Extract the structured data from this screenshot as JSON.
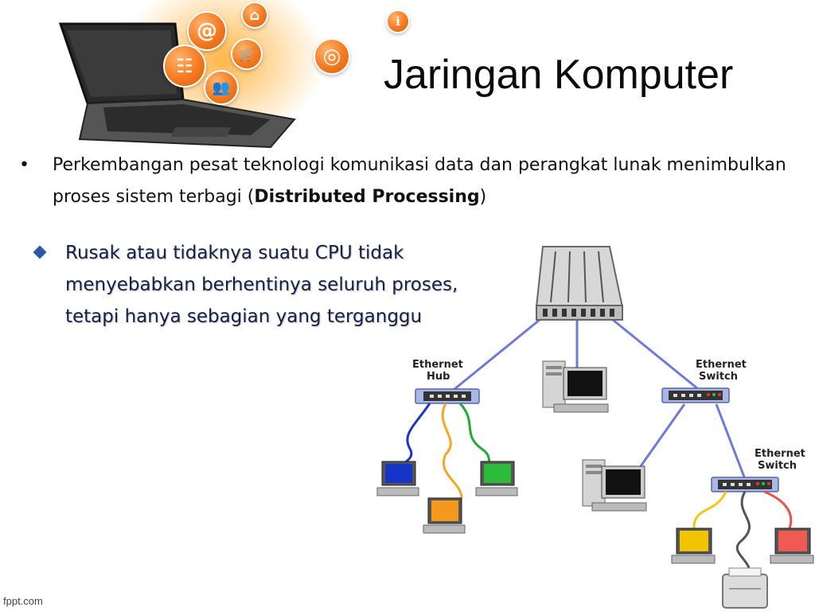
{
  "slide": {
    "title": "Jaringan Komputer",
    "bullets": [
      {
        "marker": "•",
        "text_before": "Perkembangan pesat teknologi komunikasi data dan perangkat lunak menimbulkan proses sistem terbagi (",
        "bold_text": "Distributed Processing",
        "text_after": ")"
      },
      {
        "marker": "diamond-icon",
        "text": "Rusak atau tidaknya suatu CPU tidak menyebabkan berhentinya seluruh proses, tetapi hanya sebagian yang terganggu"
      }
    ],
    "hero_icons": [
      "at-icon",
      "home-icon",
      "cart-icon",
      "sitemap-icon",
      "users-icon",
      "globe-icon",
      "info-icon"
    ],
    "hero_icon_glyphs": {
      "at": "@",
      "home": "⌂",
      "cart": "🛒",
      "sitemap": "☷",
      "users": "👥",
      "globe": "◎",
      "info": "i"
    },
    "accent_color": "#f47a20"
  },
  "diagram": {
    "labels": {
      "hub": [
        "Ethernet",
        "Hub"
      ],
      "switch1": [
        "Ethernet",
        "Switch"
      ],
      "switch2": [
        "Ethernet",
        "Switch"
      ]
    },
    "cable_colors": {
      "backbone": "#6d7bd6",
      "blue": "#2233cc",
      "orange": "#f5a623",
      "green": "#22aa33",
      "yellow": "#f5c518",
      "gray": "#555555",
      "red": "#e8504a"
    },
    "screen_colors": {
      "blue": "#1534c8",
      "orange": "#f39a1e",
      "green": "#2dbb3a",
      "yellow": "#f2c400",
      "red": "#ef5a52",
      "dark": "#111111"
    }
  },
  "footer": {
    "text": "fppt.com"
  }
}
